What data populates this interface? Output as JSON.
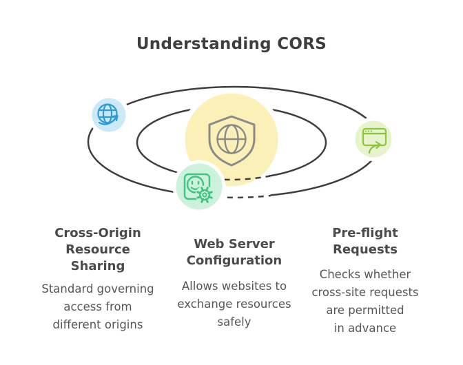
{
  "title": "Understanding CORS",
  "colors": {
    "background": "#ffffff",
    "orbit": "#3f3f3f",
    "center_fill": "#FAF0B8",
    "shield": "#8a8a8a",
    "globe_bg": "#CBE9F7",
    "globe_stroke": "#2D9BD6",
    "browser_bg": "#E6F3CB",
    "browser_stroke": "#8CC63F",
    "settings_bg": "#CDF2DC",
    "settings_stroke": "#41C384",
    "title_text": "#3e3e3e",
    "heading_text": "#4a4a4a",
    "body_text": "#565656"
  },
  "diagram": {
    "center_icon": "shield-globe",
    "orbit_icon_left": "globe-arrow",
    "orbit_icon_right": "browser-window-arrow",
    "orbit_icon_bottom": "image-settings-gear"
  },
  "columns": [
    {
      "heading_lines": [
        "Cross-Origin",
        "Resource",
        "Sharing"
      ],
      "body_lines": [
        "Standard governing",
        "access from",
        "different origins"
      ]
    },
    {
      "heading_lines": [
        "Web Server",
        "Configuration"
      ],
      "body_lines": [
        "Allows websites to",
        "exchange resources",
        "safely"
      ]
    },
    {
      "heading_lines": [
        "Pre-flight",
        "Requests"
      ],
      "body_lines": [
        "Checks whether",
        "cross-site requests",
        "are permitted",
        "in advance"
      ]
    }
  ]
}
